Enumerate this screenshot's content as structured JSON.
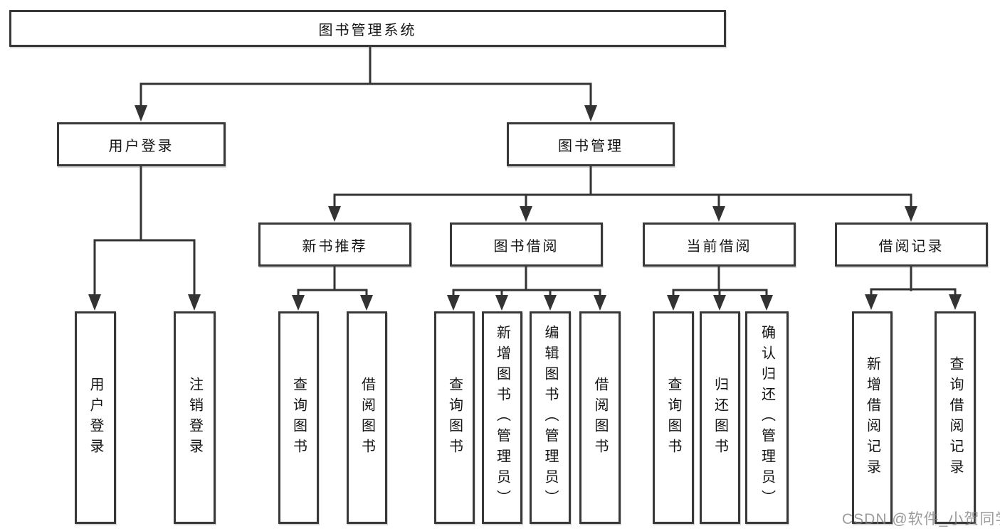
{
  "tree": {
    "label": "图书管理系统",
    "children": [
      {
        "label": "用户登录",
        "children": [
          {
            "label": "用户登录"
          },
          {
            "label": "注销登录"
          }
        ]
      },
      {
        "label": "图书管理",
        "children": [
          {
            "label": "新书推荐",
            "children": [
              {
                "label": "查询图书"
              },
              {
                "label": "借阅图书"
              }
            ]
          },
          {
            "label": "图书借阅",
            "children": [
              {
                "label": "查询图书"
              },
              {
                "label": "新增图书（管理员）"
              },
              {
                "label": "编辑图书（管理员）"
              },
              {
                "label": "借阅图书"
              }
            ]
          },
          {
            "label": "当前借阅",
            "children": [
              {
                "label": "查询图书"
              },
              {
                "label": "归还图书"
              },
              {
                "label": "确认归还（管理员）"
              }
            ]
          },
          {
            "label": "借阅记录",
            "children": [
              {
                "label": "新增借阅记录"
              },
              {
                "label": "查询借阅记录"
              }
            ]
          }
        ]
      }
    ]
  },
  "watermark": {
    "text": "CSDN @软件_小贺同学"
  },
  "colors": {
    "line": "#333333",
    "box_border": "#383838",
    "text": "#141414",
    "watermark": "#828282"
  }
}
